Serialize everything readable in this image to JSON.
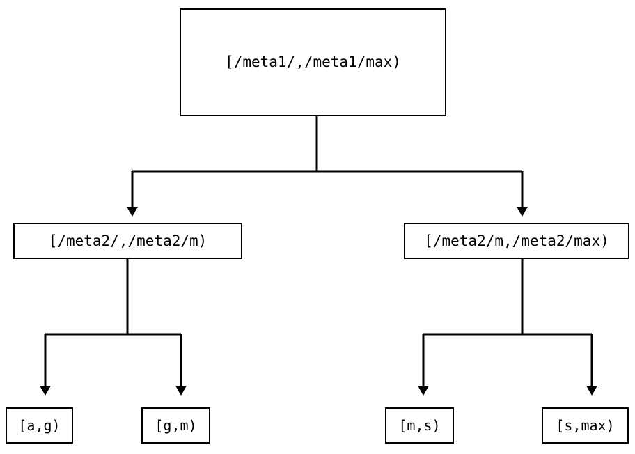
{
  "diagram": {
    "type": "tree",
    "title": "",
    "background_color": "#ffffff",
    "line_color": "#000000",
    "node_fill": "#ffffff",
    "nodes": {
      "root": {
        "label": "[/meta1/,/meta1/max)"
      },
      "mid_left": {
        "label": "[/meta2/,/meta2/m)"
      },
      "mid_right": {
        "label": "[/meta2/m,/meta2/max)"
      },
      "leaf_1": {
        "label": "[a,g)"
      },
      "leaf_2": {
        "label": "[g,m)"
      },
      "leaf_3": {
        "label": "[m,s)"
      },
      "leaf_4": {
        "label": "[s,max)"
      }
    },
    "edges": [
      {
        "from": "root",
        "to": "mid_left",
        "arrow": "triangle-down"
      },
      {
        "from": "root",
        "to": "mid_right",
        "arrow": "triangle-down"
      },
      {
        "from": "mid_left",
        "to": "leaf_1",
        "arrow": "triangle-down"
      },
      {
        "from": "mid_left",
        "to": "leaf_2",
        "arrow": "triangle-down"
      },
      {
        "from": "mid_right",
        "to": "leaf_3",
        "arrow": "triangle-down"
      },
      {
        "from": "mid_right",
        "to": "leaf_4",
        "arrow": "triangle-down"
      }
    ]
  }
}
